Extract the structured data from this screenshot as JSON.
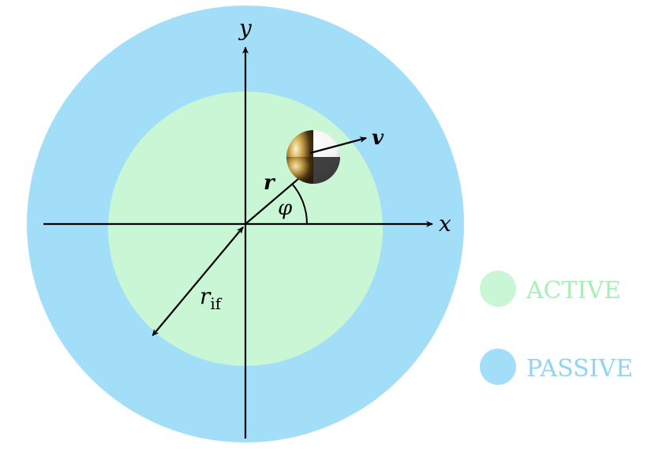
{
  "labels": {
    "x_axis": "x",
    "y_axis": "y",
    "position_vector": "r",
    "velocity_vector": "v",
    "angle": "φ",
    "interface_radius_base": "r",
    "interface_radius_subscript": "if"
  },
  "legend": [
    {
      "label": "ACTIVE",
      "color": "#c9f6d4",
      "text_color": "#a6f0b6"
    },
    {
      "label": "PASSIVE",
      "color": "#a3def9",
      "text_color": "#8fd3f5"
    }
  ],
  "colors": {
    "active_region": "#c9f6d4",
    "passive_region": "#a3def9",
    "axes": "#000000"
  },
  "particle": {
    "description_icon": "janus-particle-icon"
  }
}
